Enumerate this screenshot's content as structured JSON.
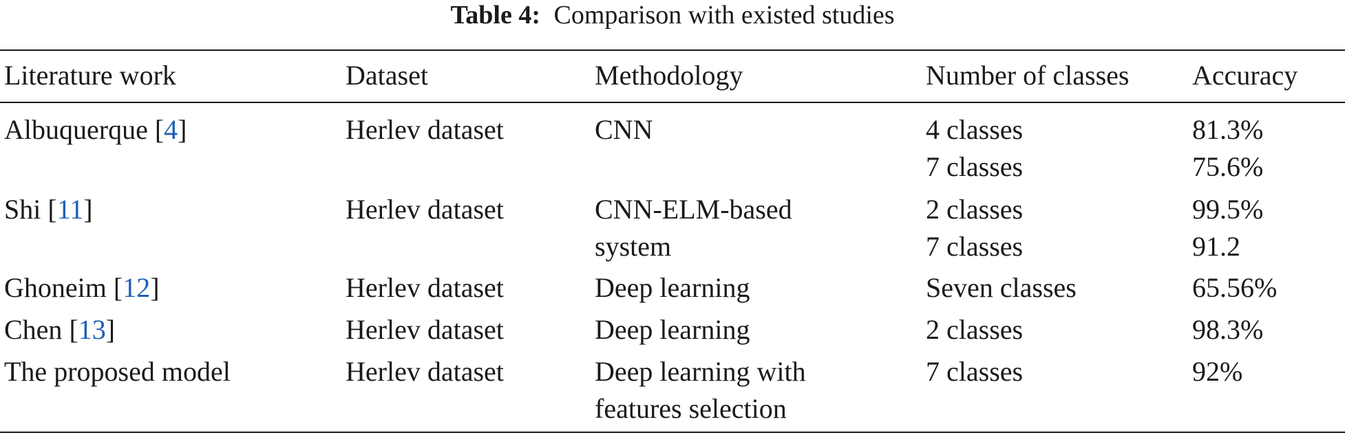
{
  "caption": {
    "label": "Table 4:",
    "text": "Comparison with existed studies"
  },
  "headers": {
    "literature": "Literature work",
    "dataset": "Dataset",
    "methodology": "Methodology",
    "classes": "Number of classes",
    "accuracy": "Accuracy"
  },
  "rows": [
    {
      "author": "Albuquerque",
      "ref": "4",
      "dataset": "Herlev dataset",
      "method": [
        "CNN"
      ],
      "classes": [
        "4 classes",
        "7 classes"
      ],
      "accuracy": [
        "81.3%",
        "75.6%"
      ]
    },
    {
      "author": "Shi",
      "ref": "11",
      "dataset": "Herlev dataset",
      "method": [
        "CNN-ELM-based",
        "system"
      ],
      "classes": [
        "2 classes",
        "7 classes"
      ],
      "accuracy": [
        "99.5%",
        "91.2"
      ]
    },
    {
      "author": "Ghoneim",
      "ref": "12",
      "dataset": "Herlev dataset",
      "method": [
        "Deep learning"
      ],
      "classes": [
        "Seven classes"
      ],
      "accuracy": [
        "65.56%"
      ]
    },
    {
      "author": "Chen",
      "ref": "13",
      "dataset": "Herlev dataset",
      "method": [
        "Deep learning"
      ],
      "classes": [
        "2 classes"
      ],
      "accuracy": [
        "98.3%"
      ]
    },
    {
      "author": "The proposed model",
      "ref": "",
      "dataset": "Herlev dataset",
      "method": [
        "Deep learning with",
        "features selection"
      ],
      "classes": [
        "7 classes"
      ],
      "accuracy": [
        "92%"
      ]
    }
  ],
  "colors": {
    "reference_link": "#1f5fb4",
    "text": "#1a1a1a"
  }
}
